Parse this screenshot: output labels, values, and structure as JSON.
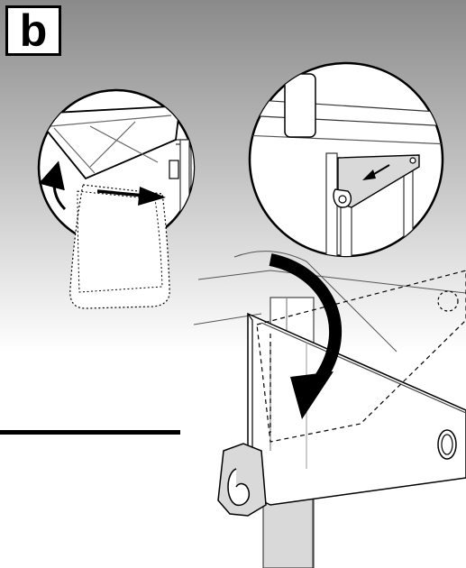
{
  "step": {
    "label": "b"
  },
  "colors": {
    "background_top": "#8a8a8a",
    "background_bottom": "#ffffff",
    "line": "#000000",
    "fill": "#ffffff",
    "panel_shade": "#d9d9d9"
  },
  "figure": {
    "insets": [
      "filter-cover-hinge-detail",
      "bracket-clip-detail"
    ],
    "arrows": [
      "lift-arrow",
      "slide-arrow",
      "clip-arrow",
      "rotation-arrow"
    ]
  }
}
